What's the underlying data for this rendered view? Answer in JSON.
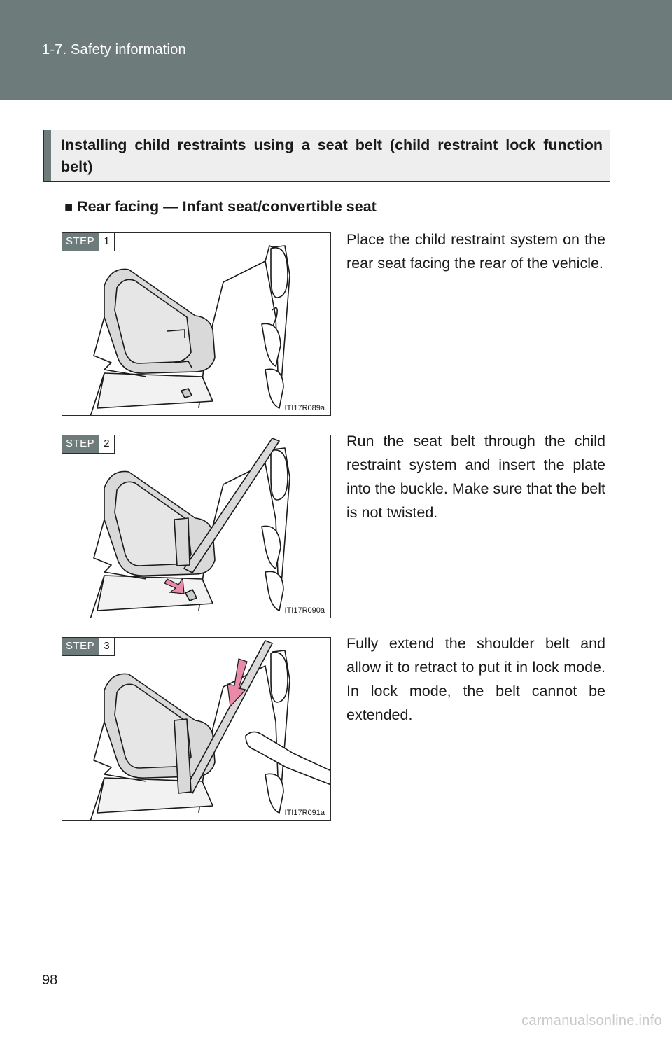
{
  "header": {
    "section": "1-7. Safety information"
  },
  "section_title": "Installing child restraints using a seat belt (child restraint lock function belt)",
  "subheading": {
    "bullet": "■",
    "text": "Rear facing — Infant seat/convertible seat"
  },
  "steps": [
    {
      "tag": "STEP",
      "number": "1",
      "figure_code": "ITI17R089a",
      "text": "Place the child restraint system on the rear seat facing the rear of the vehicle."
    },
    {
      "tag": "STEP",
      "number": "2",
      "figure_code": "ITI17R090a",
      "text": "Run the seat belt through the child restraint system and insert the plate into the buckle. Make sure that the belt is not twisted."
    },
    {
      "tag": "STEP",
      "number": "3",
      "figure_code": "ITI17R091a",
      "text": "Fully extend the shoulder belt and allow it to retract to put it in lock mode. In lock mode, the belt cannot be extended."
    }
  ],
  "page_number": "98",
  "watermark": "carmanualsonline.info",
  "colors": {
    "header_band": "#6d7b7b",
    "arrow": "#e88aa8"
  }
}
